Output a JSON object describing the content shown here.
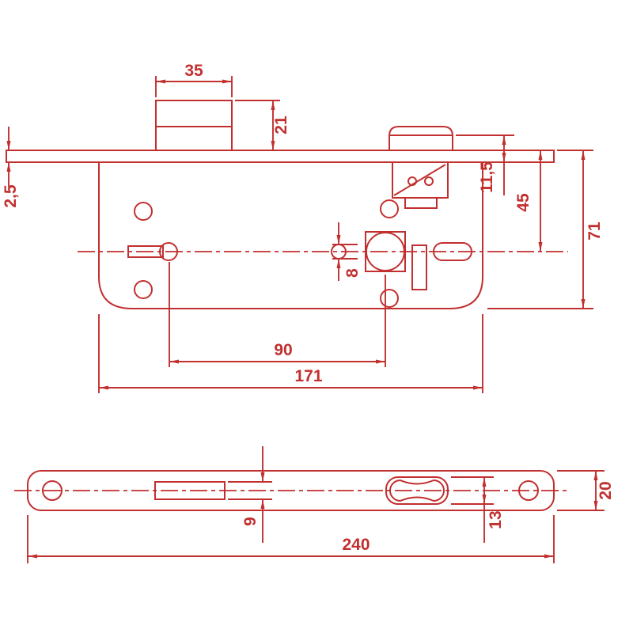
{
  "colors": {
    "line": "#c22f2f",
    "background": "#ffffff"
  },
  "front_view": {
    "latch_width": "35",
    "latch_height": "21",
    "faceplate_thickness": "2,5",
    "hook_step_height": "11,5",
    "faceplate_to_center": "45",
    "overall_height": "71",
    "follower_hole": "8",
    "keyhole_to_follower": "90",
    "body_length": "171"
  },
  "plate_view": {
    "latch_slot_height": "9",
    "roller_slot_height": "13",
    "plate_width": "20",
    "plate_length": "240"
  }
}
